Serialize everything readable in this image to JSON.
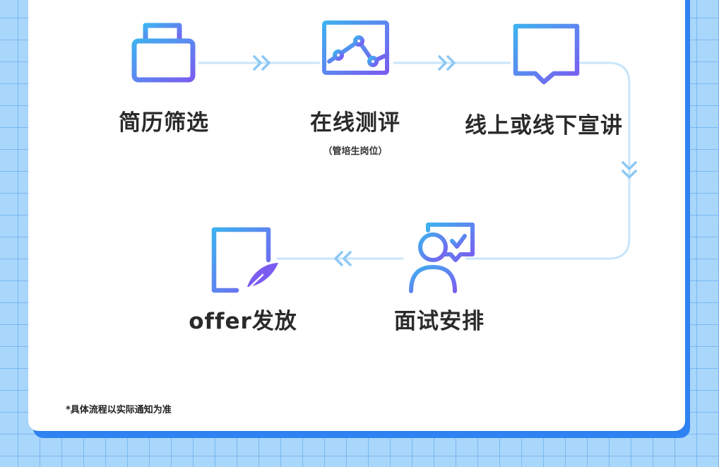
{
  "steps": [
    {
      "label": "简历筛选",
      "icon": "printer-icon"
    },
    {
      "label": "在线测评",
      "sub": "（管培生岗位）",
      "icon": "monitor-chart-icon"
    },
    {
      "label": "线上或线下宣讲",
      "icon": "chat-bubble-icon"
    },
    {
      "label": "面试安排",
      "icon": "person-speech-icon"
    },
    {
      "label": "offer发放",
      "icon": "document-feather-icon"
    }
  ],
  "footnote": "*具体流程以实际通知为准",
  "colors": {
    "icon_gradient_start": "#3fb1ef",
    "icon_gradient_end": "#7a5cf0",
    "connector": "#c5e5fb",
    "card_border": "#2f82f2"
  }
}
